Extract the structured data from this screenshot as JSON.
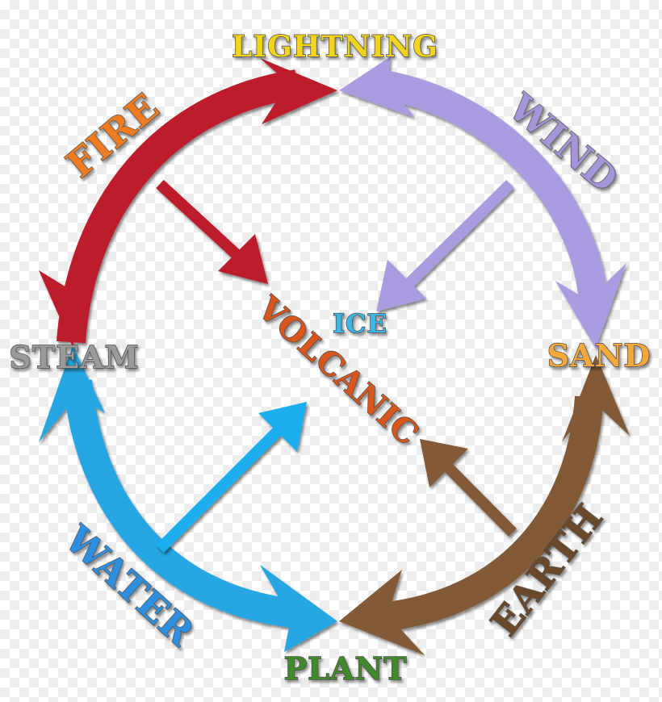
{
  "elements": {
    "lightning": {
      "label": "LIGHTNING",
      "color": "#f2d41a"
    },
    "fire": {
      "label": "FIRE",
      "color": "#f07b22"
    },
    "wind": {
      "label": "WIND",
      "color": "#a595d8"
    },
    "steam": {
      "label": "STEAM",
      "color": "#9a9a9a"
    },
    "sand": {
      "label": "SAND",
      "color": "#f6a93a"
    },
    "water": {
      "label": "WATER",
      "color": "#2e8fe0"
    },
    "earth": {
      "label": "EARTH",
      "color": "#6b4a2a"
    },
    "plant": {
      "label": "PLANT",
      "color": "#3f8a2a"
    },
    "volcanic": {
      "label": "VOLCANIC",
      "color": "#d8561e"
    },
    "ice": {
      "label": "ICE",
      "color": "#3ab8e8"
    }
  },
  "arrows": {
    "fire": "#bd1c2c",
    "wind": "#ab9be0",
    "water": "#27a6e2",
    "earth": "#825a37",
    "water_inner": "#1aaff0"
  }
}
